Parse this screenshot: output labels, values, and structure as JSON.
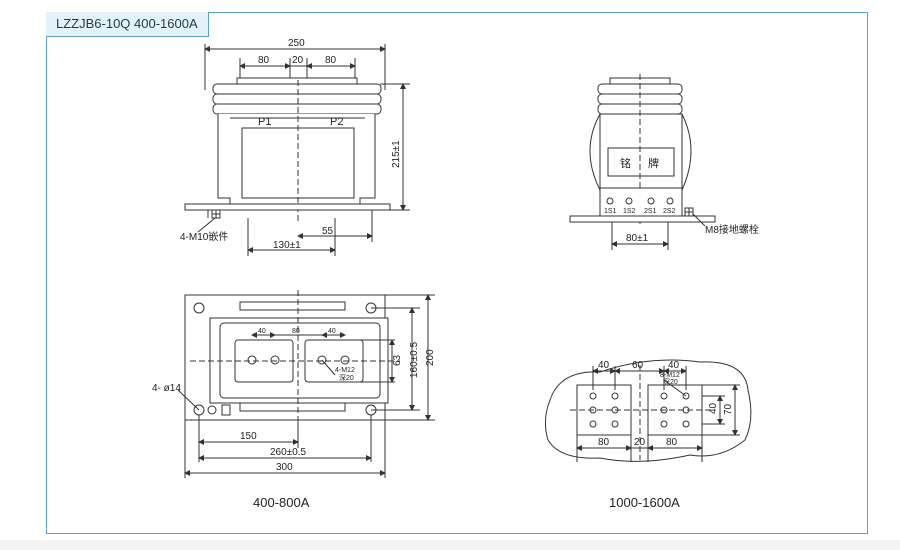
{
  "title": "LZZJB6-10Q 400-1600A",
  "front_view": {
    "dim_250": "250",
    "dim_80a": "80",
    "dim_20": "20",
    "dim_80b": "80",
    "p1": "P1",
    "p2": "P2",
    "dim_215": "215±1",
    "m10_label": "4-M10嵌件",
    "dim_130": "130±1",
    "dim_55": "55"
  },
  "side_view": {
    "nameplate_a": "铭",
    "nameplate_b": "牌",
    "terminals": [
      "1S1",
      "1S2",
      "2S1",
      "2S2"
    ],
    "dim_80": "80±1",
    "m8_label": "M8接地螺栓"
  },
  "top_view": {
    "dim_40": "40",
    "dim_80": "80",
    "dim_40b": "40",
    "hole_label": "4-M12",
    "hole_depth": "深20",
    "dim_63": "63",
    "dim_160": "160±0.5",
    "dim_200": "200",
    "mount_hole": "4- ø14",
    "dim_150": "150",
    "dim_260": "260±0.5",
    "dim_300": "300",
    "caption": "400-800A"
  },
  "detail_view": {
    "dim_40a": "40",
    "dim_60": "60",
    "dim_40b": "40",
    "hole_label": "8-M12",
    "hole_depth": "深20",
    "dim_40v": "40",
    "dim_70": "70",
    "dim_80a": "80",
    "dim_20": "20",
    "dim_80b": "80",
    "caption": "1000-1600A"
  }
}
